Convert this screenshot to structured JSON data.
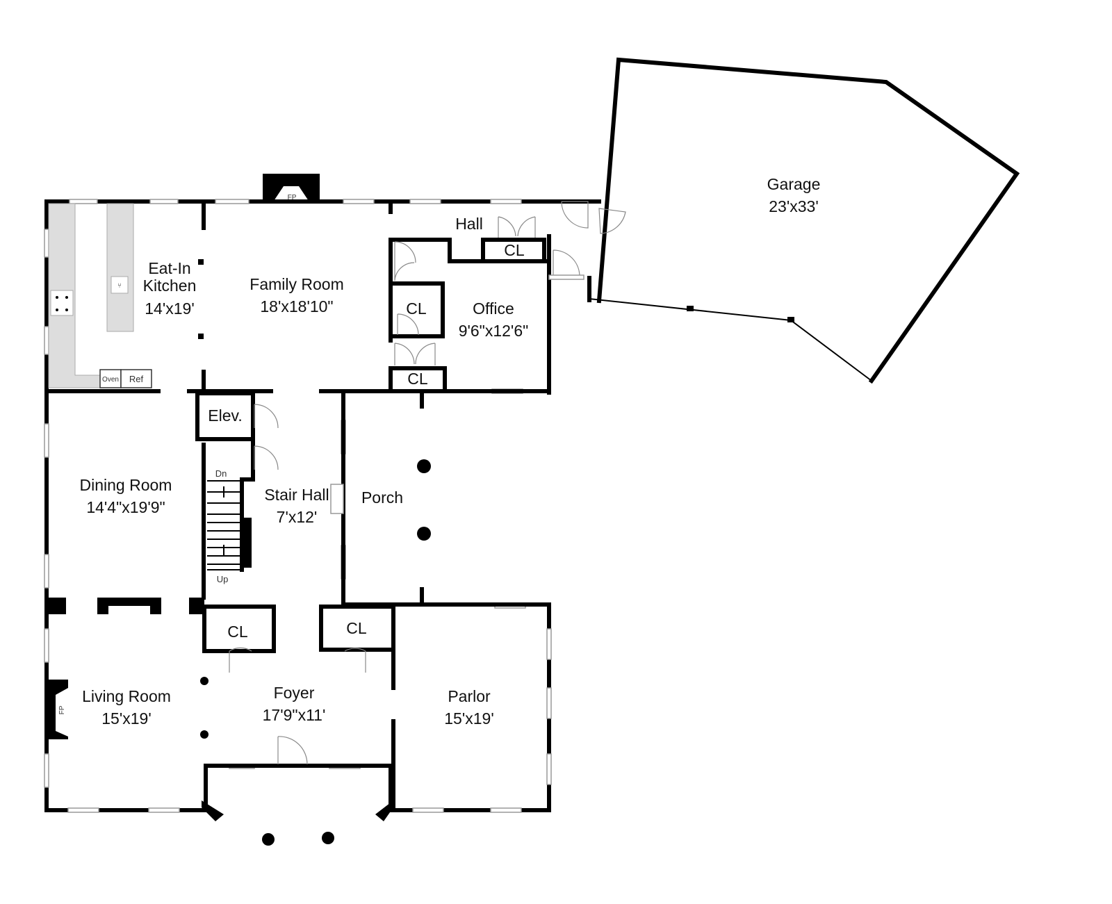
{
  "rooms": {
    "garage": {
      "name": "Garage",
      "dims": "23'x33'"
    },
    "hall": {
      "name": "Hall"
    },
    "hall_closet": {
      "name": "CL"
    },
    "kitchen": {
      "name_line1": "Eat-In",
      "name_line2": "Kitchen",
      "dims": "14'x19'"
    },
    "family_room": {
      "name": "Family Room",
      "dims": "18'x18'10\""
    },
    "office_closet": {
      "name": "CL"
    },
    "office": {
      "name": "Office",
      "dims": "9'6\"x12'6\""
    },
    "lower_closet": {
      "name": "CL"
    },
    "elevator": {
      "name": "Elev."
    },
    "dining_room": {
      "name": "Dining Room",
      "dims": "14'4\"x19'9\""
    },
    "stair_hall": {
      "name": "Stair Hall",
      "dims": "7'x12'"
    },
    "porch": {
      "name": "Porch"
    },
    "foyer_closet_left": {
      "name": "CL"
    },
    "foyer_closet_right": {
      "name": "CL"
    },
    "living_room": {
      "name": "Living Room",
      "dims": "15'x19'"
    },
    "foyer": {
      "name": "Foyer",
      "dims": "17'9\"x11'"
    },
    "parlor": {
      "name": "Parlor",
      "dims": "15'x19'"
    }
  },
  "fixtures": {
    "fireplace_top": "FP",
    "fireplace_left": "FP",
    "oven": "Oven",
    "refrigerator": "Ref",
    "stairs_down": "Dn",
    "stairs_up": "Up"
  }
}
